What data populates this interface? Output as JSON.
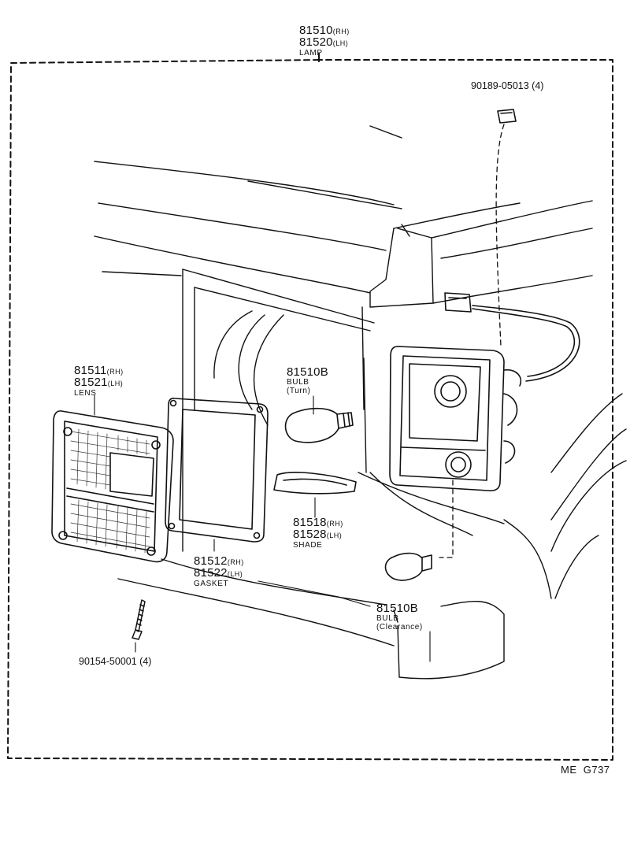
{
  "labels": {
    "lamp": {
      "rh_number": "81510",
      "rh_side": "(RH)",
      "lh_number": "81520",
      "lh_side": "(LH)",
      "name": "LAMP"
    },
    "lens": {
      "rh_number": "81511",
      "rh_side": "(RH)",
      "lh_number": "81521",
      "lh_side": "(LH)",
      "name": "LENS"
    },
    "bulb_turn": {
      "number": "81510B",
      "name": "BULB",
      "note": "(Turn)"
    },
    "shade": {
      "rh_number": "81518",
      "rh_side": "(RH)",
      "lh_number": "81528",
      "lh_side": "(LH)",
      "name": "SHADE"
    },
    "gasket": {
      "rh_number": "81512",
      "rh_side": "(RH)",
      "lh_number": "81522",
      "lh_side": "(LH)",
      "name": "GASKET"
    },
    "bulb_clearance": {
      "number": "81510B",
      "name": "BULB",
      "note": "(Clearance)"
    },
    "clip": {
      "text": "90189-05013 (4)"
    },
    "screw": {
      "text": "90154-50001 (4)"
    },
    "figure_code": "ME  G737"
  }
}
